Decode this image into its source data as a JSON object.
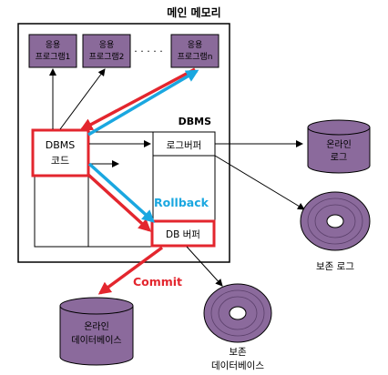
{
  "title": "메인 메모리",
  "apps": [
    {
      "line1": "응용",
      "line2": "프로그램1"
    },
    {
      "line1": "응용",
      "line2": "프로그램2"
    },
    {
      "line1": "응용",
      "line2": "프로그램n"
    }
  ],
  "ellipsis": "· · · · ·",
  "dbms_label": "DBMS",
  "dbms_code": {
    "line1": "DBMS",
    "line2": "코드"
  },
  "log_buffer": "로그버퍼",
  "db_buffer": "DB 버퍼",
  "rollback_label": "Rollback",
  "commit_label": "Commit",
  "online_log": {
    "line1": "온라인",
    "line2": "로그"
  },
  "backup_log": "보존 로그",
  "online_db": {
    "line1": "온라인",
    "line2": "데이터베이스"
  },
  "backup_db": {
    "line1": "보존",
    "line2": "데이터베이스"
  },
  "colors": {
    "app_box_fill": "#8a6a9a",
    "disk_fill": "#8b6a9c",
    "disk_dark": "#5a3f6a",
    "rollback": "#1aa7e0",
    "commit": "#e3262e",
    "ink": "#000000"
  }
}
